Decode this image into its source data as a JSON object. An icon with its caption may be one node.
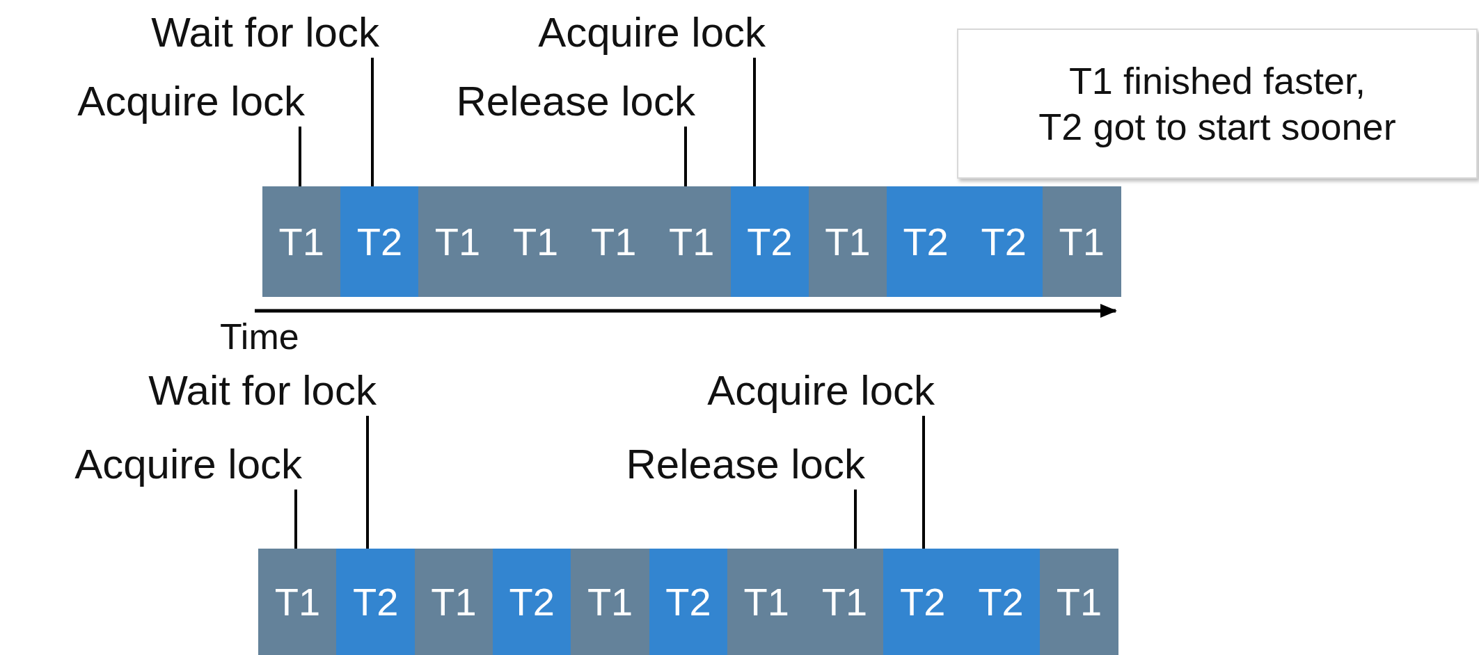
{
  "diagram": {
    "nodes": [
      {
        "text": [
          "Wait for lock"
        ]
      },
      {
        "text": [
          "Acquire lock"
        ]
      },
      {
        "text": [
          "Acquire lock"
        ]
      },
      {
        "text": [
          "Release lock"
        ]
      },
      {
        "text": [
          "T1 finished faster, T2 got to start sooner"
        ]
      },
      {
        "text": [
          "T1"
        ]
      },
      {
        "text": [
          "T2"
        ]
      },
      {
        "text": [
          "T1"
        ]
      },
      {
        "text": [
          "T1"
        ]
      },
      {
        "text": [
          "T1"
        ]
      },
      {
        "text": [
          "T1"
        ]
      },
      {
        "text": [
          "T2"
        ]
      },
      {
        "text": [
          "T1"
        ]
      },
      {
        "text": [
          "T2"
        ]
      },
      {
        "text": [
          "T2"
        ]
      },
      {
        "text": [
          "T1"
        ]
      },
      {
        "text": [
          "Wait for lock"
        ]
      },
      {
        "text": [
          "Acquire lock"
        ]
      },
      {
        "text": [
          "Acquire lock"
        ]
      },
      {
        "text": [
          "Release lock"
        ]
      },
      {
        "text": [
          "T1"
        ]
      },
      {
        "text": [
          "T2"
        ]
      },
      {
        "text": [
          "T1"
        ]
      },
      {
        "text": [
          "T2"
        ]
      },
      {
        "text": [
          "T1"
        ]
      },
      {
        "text": [
          "T2"
        ]
      },
      {
        "text": [
          "T1"
        ]
      },
      {
        "text": [
          "T1"
        ]
      },
      {
        "text": [
          "T2"
        ]
      },
      {
        "text": [
          "T2"
        ]
      },
      {
        "text": [
          "T1"
        ]
      }
    ],
    "edges": [
      {
        "from": 2,
        "to": 5,
        "arrow": "none"
      },
      {
        "from": 0,
        "to": 6,
        "arrow": "none"
      },
      {
        "from": 3,
        "to": 10,
        "arrow": "none"
      },
      {
        "from": 1,
        "to": 11,
        "arrow": "none"
      },
      {
        "from": 18,
        "to": 20,
        "arrow": "none"
      },
      {
        "from": 16,
        "to": 21,
        "arrow": "none"
      },
      {
        "from": 19,
        "to": 27,
        "arrow": "none"
      },
      {
        "from": 17,
        "to": 28,
        "arrow": "none"
      }
    ],
    "labels": [
      "Time"
    ]
  }
}
